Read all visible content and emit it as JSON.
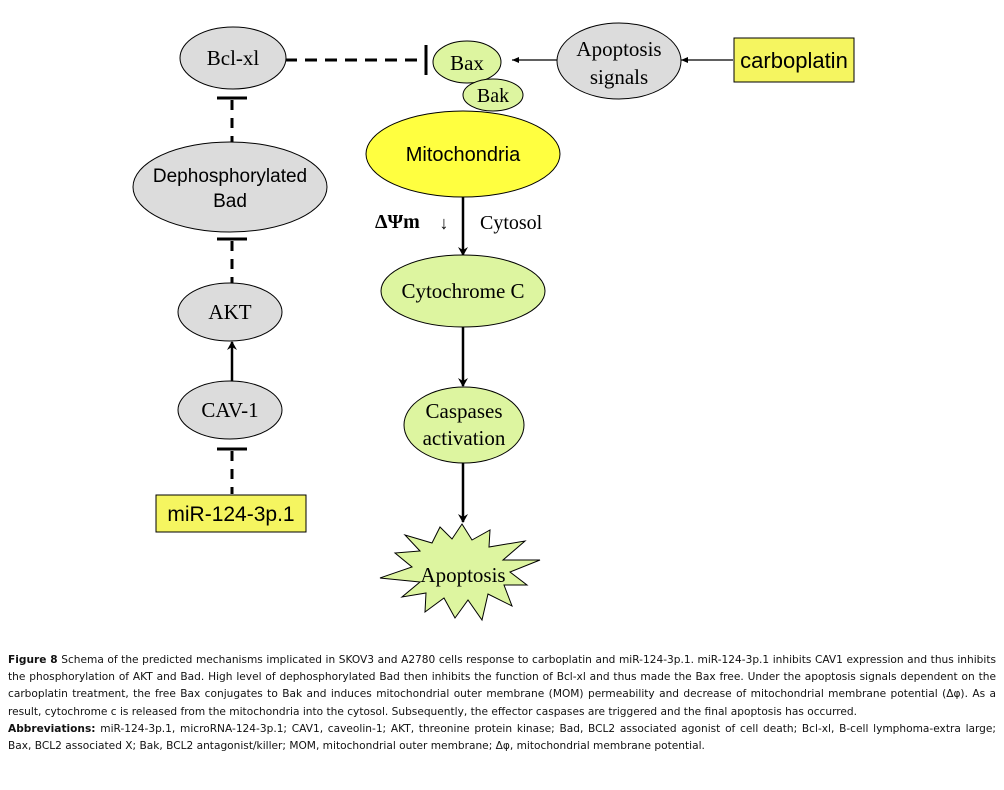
{
  "colors": {
    "gray_node": "#dcdcdc",
    "green_node": "#ddf5a0",
    "yellow_node": "#ffff40",
    "yellow_box": "#f5f560",
    "stroke": "#000000"
  },
  "nodes": {
    "bclxl": "Bcl-xl",
    "bax": "Bax",
    "bak": "Bak",
    "apoptosis_signals_1": "Apoptosis",
    "apoptosis_signals_2": "signals",
    "carboplatin": "carboplatin",
    "mitochondria": "Mitochondria",
    "deph_bad_1": "Dephosphorylated",
    "deph_bad_2": "Bad",
    "delta_psi": "ΔΨm",
    "down_arrow": "↓",
    "cytosol": "Cytosol",
    "akt": "AKT",
    "cytochrome": "Cytochrome C",
    "cav1": "CAV-1",
    "caspases_1": "Caspases",
    "caspases_2": "activation",
    "mir": "miR-124-3p.1",
    "apoptosis": "Apoptosis"
  },
  "caption": {
    "figure_label": "Figure 8",
    "figure_text": " Schema of the predicted mechanisms implicated in SKOV3 and A2780 cells response to carboplatin and miR-124-3p.1. miR-124-3p.1 inhibits CAV1 expression and thus inhibits the phosphorylation of AKT and Bad. High level of dephosphorylated Bad then inhibits the function of Bcl-xl and thus made the Bax free. Under the apoptosis signals dependent on the carboplatin treatment, the free Bax conjugates to Bak and induces mitochondrial outer membrane (MOM) permeability and decrease of mitochondrial membrane potential (Δφ). As a result, cytochrome c is released from the mitochondria into the cytosol. Subsequently, the effector caspases are triggered and the final apoptosis has occurred.",
    "abbrev_label": "Abbreviations:",
    "abbrev_text": " miR-124-3p.1, microRNA-124-3p.1; CAV1, caveolin-1; AKT, threonine protein kinase; Bad, BCL2 associated agonist of cell death; Bcl-xl, B-cell lymphoma-extra large; Bax, BCL2 associated X; Bak, BCL2 antagonist/killer; MOM, mitochondrial outer membrane; Δφ, mitochondrial membrane potential."
  }
}
